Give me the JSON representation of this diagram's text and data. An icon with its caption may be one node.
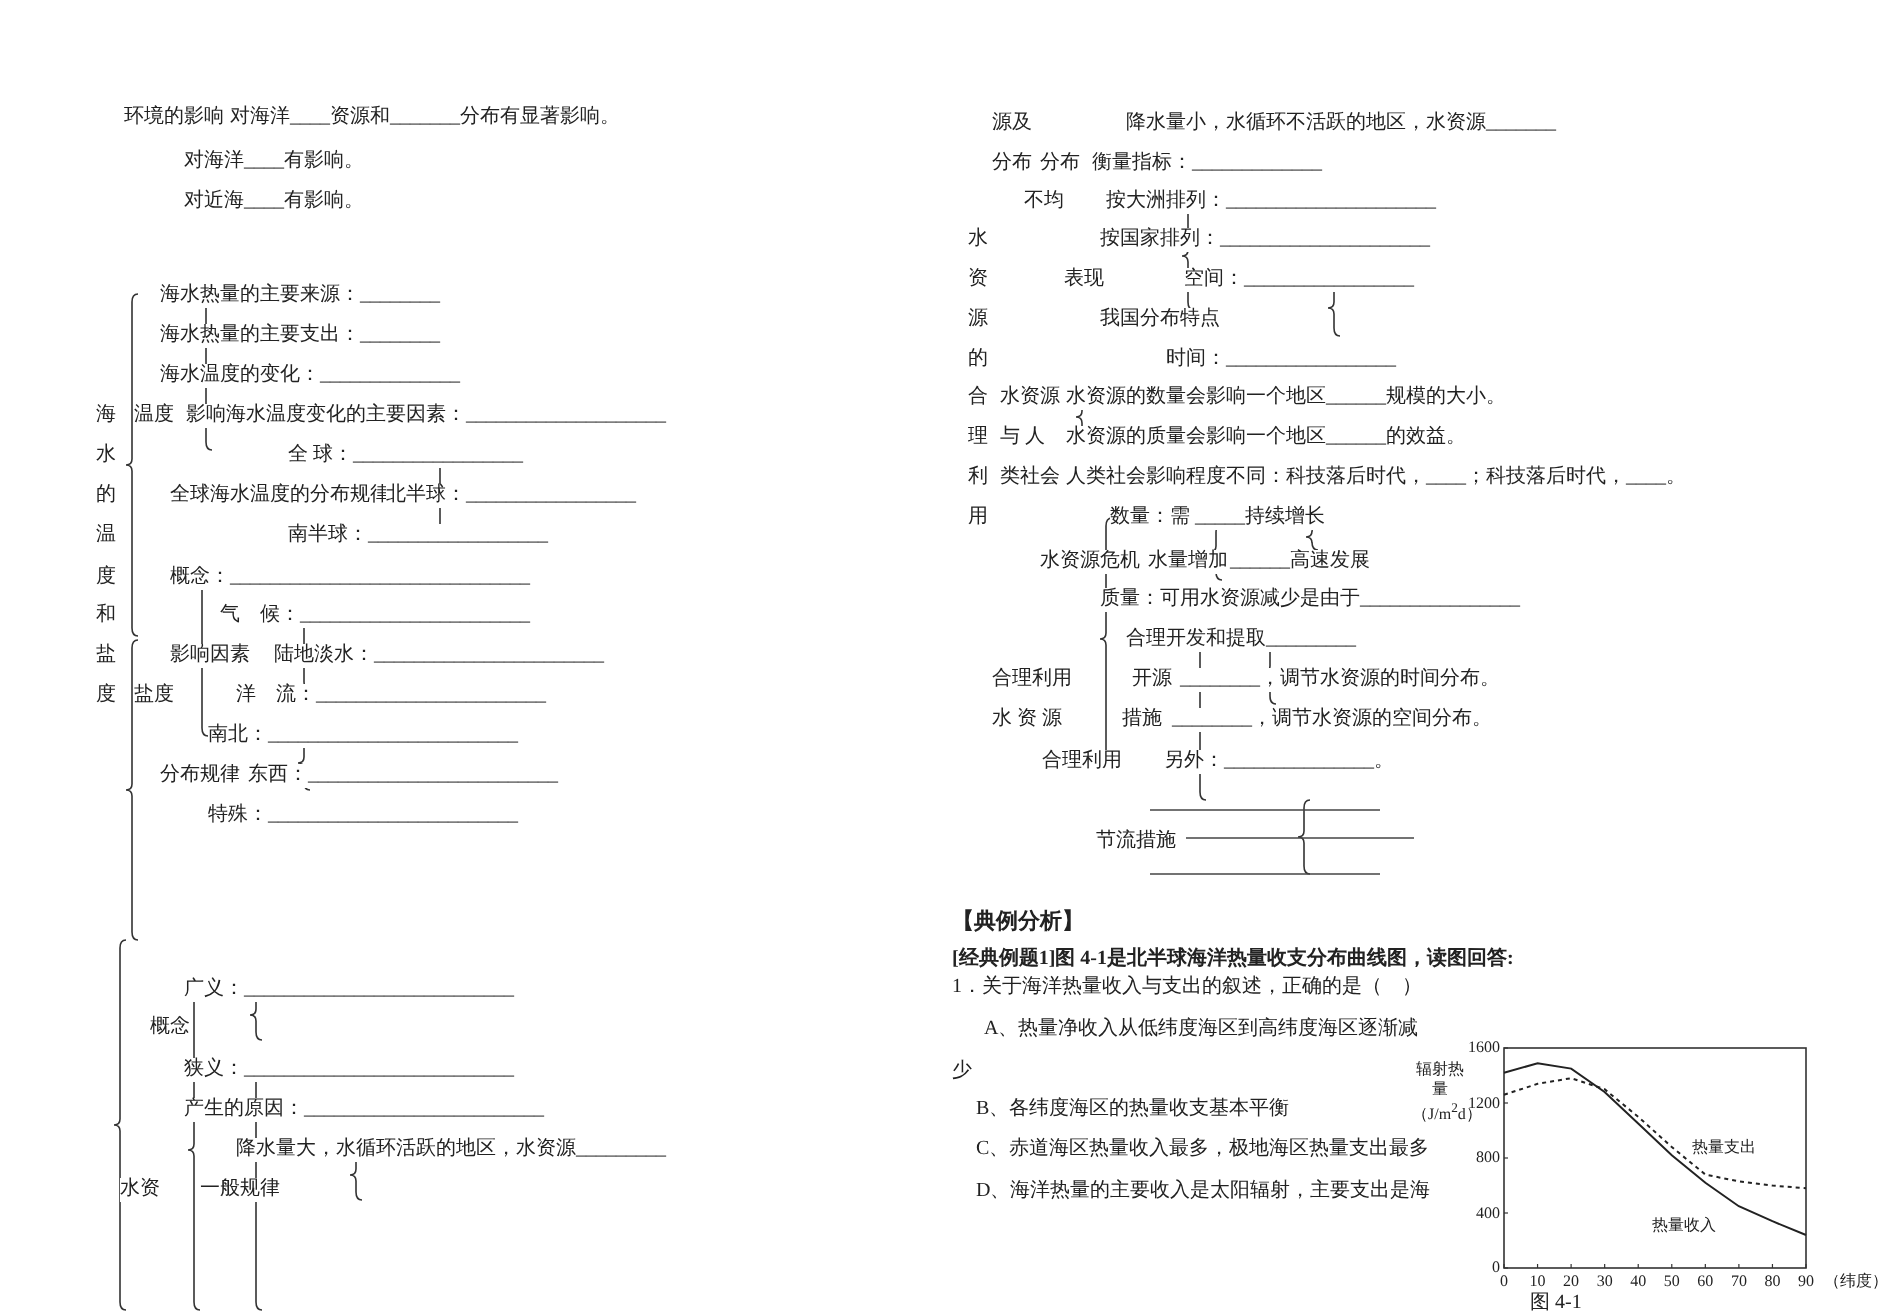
{
  "diagram": {
    "labels": [
      "环境的影响",
      "对海洋____资源和_______分布有显著影响。",
      "对海洋____有影响。",
      "对近海____有影响。",
      "海水热量的主要来源：________",
      "海水热量的主要支出：________",
      "海水温度的变化：______________",
      "海",
      "温度",
      "影响海水温度变化的主要因素：____________________",
      "水",
      "全 球：_________________",
      "的",
      "全球海水温度的分布规律",
      "北半球：_________________",
      "温",
      "南半球：__________________",
      "度",
      "概念：______________________________",
      "和",
      "气　候：_______________________",
      "盐",
      "影响因素",
      "陆地淡水：_______________________",
      "度",
      "盐度",
      "洋　流：_______________________",
      "南北：_________________________",
      "分布规律",
      "东西：_________________________",
      "特殊：_________________________",
      "广义：___________________________",
      "概念",
      "狭义：___________________________",
      "产生的原因：________________________",
      "降水量大，水循环活跃的地区，水资源_________",
      "水资",
      "一般规律",
      "源及",
      "降水量小，水循环不活跃的地区，水资源_______",
      "分布",
      "分布",
      "衡量指标：_____________",
      "不均",
      "按大洲排列：_____________________",
      "水",
      "按国家排列：_____________________",
      "资",
      "表现",
      "空间：_________________",
      "源",
      "我国分布特点",
      "的",
      "时间：_________________",
      "合",
      "水资源",
      "水资源的数量会影响一个地区______规模的大小。",
      "理",
      "与 人",
      "水资源的质量会影响一个地区______的效益。",
      "利",
      "类社会",
      "人类社会影响程度不同：科技落后时代，____；科技落后时代，____。",
      "用",
      "数量：需 _____持续增长",
      "水资源危机",
      "水量增加",
      "______高速发展",
      "质量：可用水资源减少是由于________________",
      "合理开发和提取_________",
      "合理利用",
      "开源",
      "________，调节水资源的时间分布。",
      "水 资 源",
      "措施",
      "________，调节水资源的空间分布。",
      "合理利用",
      "另外：_______________。",
      "节流措施",
      "【典例分析】",
      "[经典例题1]图 4-1是北半球海洋热量收支分布曲线图，读图回答:",
      "1．关于海洋热量收入与支出的叙述，正确的是（　）",
      "A、热量净收入从低纬度海区到高纬度海区逐渐减少",
      "B、各纬度海区的热量收支基本平衡",
      "C、赤道海区热量收入最多，极地海区热量支出最多",
      "D、海洋热量的主要收入是太阳辐射，主要支出是海",
      "图 4-1"
    ],
    "chart_data": {
      "type": "line",
      "xlabel": "（纬度）",
      "ylabel": "辐射热量（J/m$^{2}$d）",
      "x": [
        0,
        10,
        20,
        30,
        40,
        50,
        60,
        70,
        80,
        90
      ],
      "series": [
        {
          "name": "热量收入",
          "line_style": "solid",
          "values": [
            1420,
            1490,
            1450,
            1280,
            1050,
            820,
            620,
            450,
            340,
            240
          ]
        },
        {
          "name": "热量支出",
          "line_style": "dashed",
          "values": [
            1260,
            1340,
            1380,
            1300,
            1100,
            880,
            680,
            630,
            600,
            580
          ]
        }
      ],
      "xlim": [
        0,
        90
      ],
      "ylim": [
        0,
        1600
      ],
      "xticks": [
        0,
        10,
        20,
        30,
        40,
        50,
        60,
        70,
        80,
        90
      ],
      "yticks": [
        0,
        400,
        800,
        1200,
        1600
      ]
    }
  }
}
